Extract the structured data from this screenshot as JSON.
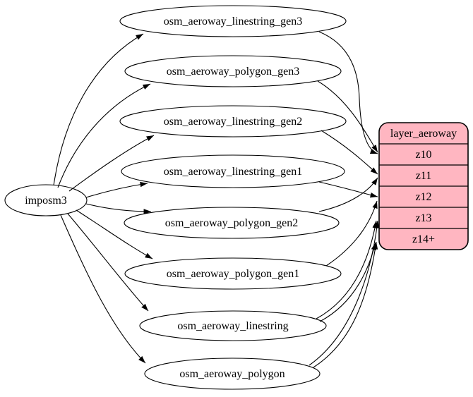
{
  "diagram": {
    "background_color": "#ffffff",
    "source": {
      "label": "imposm3"
    },
    "tables": [
      {
        "label": "osm_aeroway_linestring_gen3"
      },
      {
        "label": "osm_aeroway_polygon_gen3"
      },
      {
        "label": "osm_aeroway_linestring_gen2"
      },
      {
        "label": "osm_aeroway_linestring_gen1"
      },
      {
        "label": "osm_aeroway_polygon_gen2"
      },
      {
        "label": "osm_aeroway_polygon_gen1"
      },
      {
        "label": "osm_aeroway_linestring"
      },
      {
        "label": "osm_aeroway_polygon"
      }
    ],
    "layer": {
      "title": "layer_aeroway",
      "zoom_rows": [
        "z10",
        "z11",
        "z12",
        "z13",
        "z14+"
      ],
      "fill_color": "#ffb6c1",
      "stroke_color": "#000000"
    },
    "edges": [
      {
        "from": "imposm3",
        "to": "osm_aeroway_linestring_gen3"
      },
      {
        "from": "imposm3",
        "to": "osm_aeroway_polygon_gen3"
      },
      {
        "from": "imposm3",
        "to": "osm_aeroway_linestring_gen2"
      },
      {
        "from": "imposm3",
        "to": "osm_aeroway_linestring_gen1"
      },
      {
        "from": "imposm3",
        "to": "osm_aeroway_polygon_gen2"
      },
      {
        "from": "imposm3",
        "to": "osm_aeroway_polygon_gen1"
      },
      {
        "from": "imposm3",
        "to": "osm_aeroway_linestring"
      },
      {
        "from": "imposm3",
        "to": "osm_aeroway_polygon"
      },
      {
        "from": "osm_aeroway_linestring_gen3",
        "to": "z10"
      },
      {
        "from": "osm_aeroway_polygon_gen3",
        "to": "z10"
      },
      {
        "from": "osm_aeroway_linestring_gen2",
        "to": "z11"
      },
      {
        "from": "osm_aeroway_polygon_gen2",
        "to": "z11"
      },
      {
        "from": "osm_aeroway_linestring_gen1",
        "to": "z12"
      },
      {
        "from": "osm_aeroway_polygon_gen1",
        "to": "z12"
      },
      {
        "from": "osm_aeroway_linestring",
        "to": "z13"
      },
      {
        "from": "osm_aeroway_polygon",
        "to": "z13"
      },
      {
        "from": "osm_aeroway_linestring",
        "to": "z14+"
      },
      {
        "from": "osm_aeroway_polygon",
        "to": "z14+"
      }
    ]
  }
}
